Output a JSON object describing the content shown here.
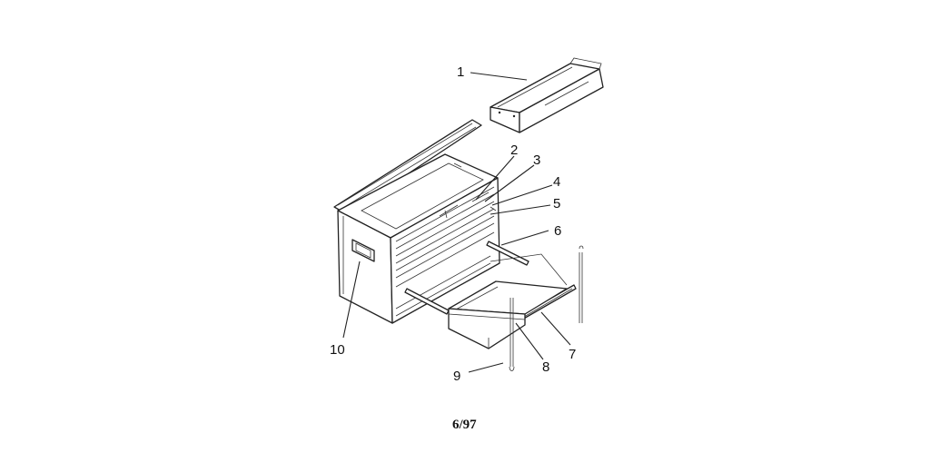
{
  "callouts": [
    {
      "id": "1",
      "text": "1"
    },
    {
      "id": "2",
      "text": "2"
    },
    {
      "id": "3",
      "text": "3"
    },
    {
      "id": "4",
      "text": "4"
    },
    {
      "id": "5",
      "text": "5"
    },
    {
      "id": "6",
      "text": "6"
    },
    {
      "id": "7",
      "text": "7"
    },
    {
      "id": "8",
      "text": "8"
    },
    {
      "id": "9",
      "text": "9"
    },
    {
      "id": "10",
      "text": "10"
    }
  ],
  "footer": {
    "date_code": "6/97"
  }
}
